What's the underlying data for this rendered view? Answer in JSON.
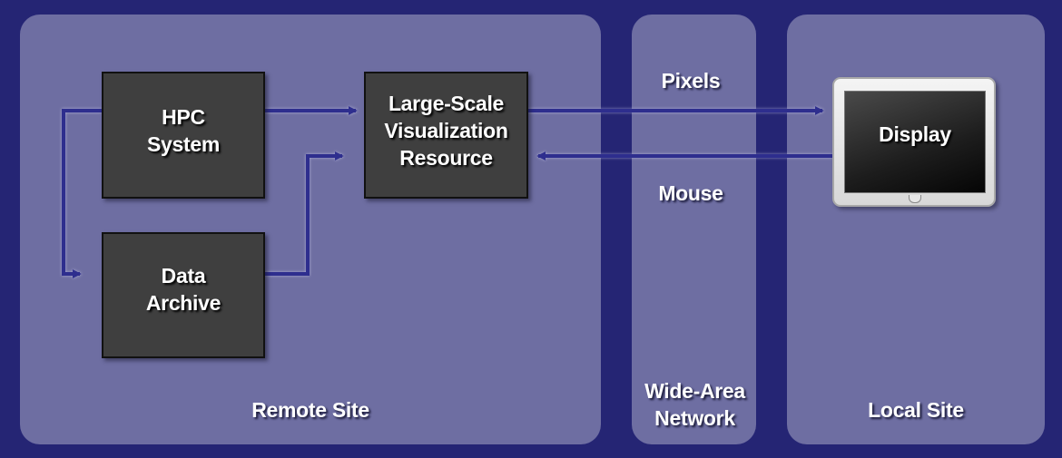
{
  "panels": {
    "remote": {
      "label": "Remote Site"
    },
    "wan": {
      "label": "Wide-Area Network"
    },
    "local": {
      "label": "Local Site"
    }
  },
  "nodes": {
    "hpc": {
      "label": "HPC\nSystem"
    },
    "archive": {
      "label": "Data\nArchive"
    },
    "viz": {
      "label": "Large-Scale\nVisualization\nResource"
    },
    "display": {
      "label": "Display"
    }
  },
  "links": {
    "pixels": {
      "label": "Pixels"
    },
    "mouse": {
      "label": "Mouse"
    }
  },
  "colors": {
    "background": "#252574",
    "panel": "#6e6ea2",
    "arrow": "#2e2e8e",
    "box": "#3f3f3f"
  }
}
